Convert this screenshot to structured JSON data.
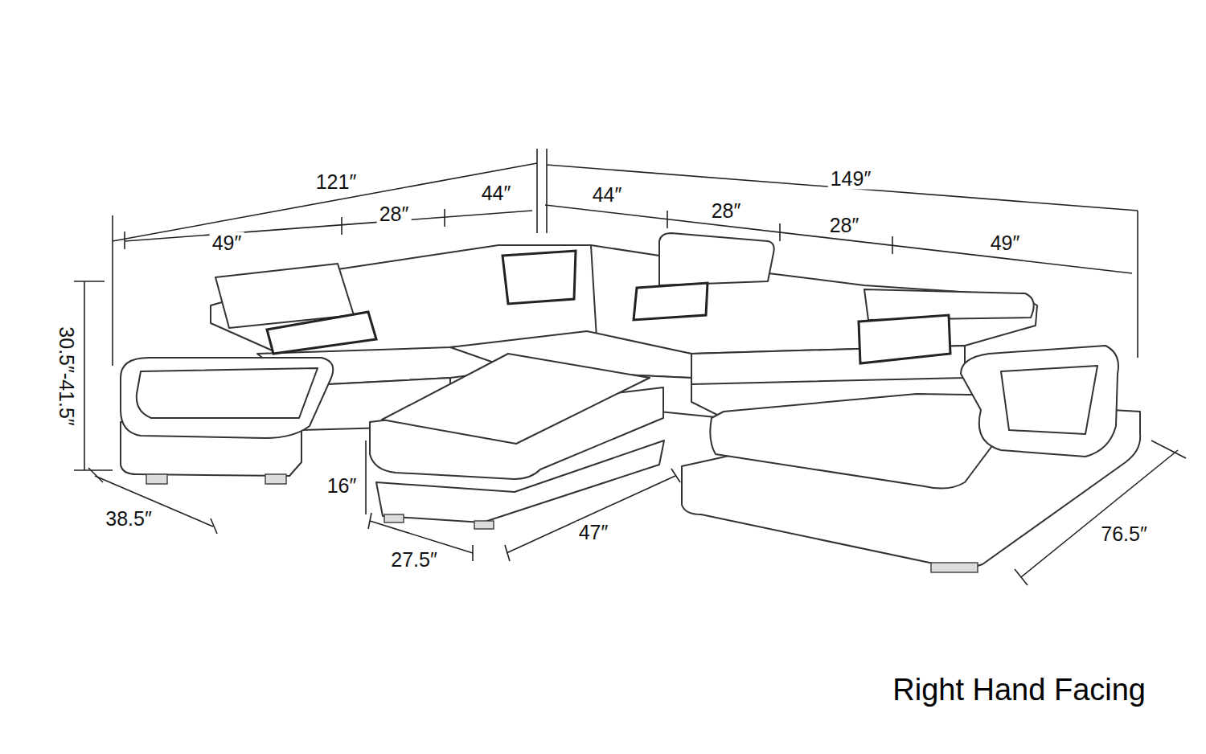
{
  "diagram": {
    "caption": "Right Hand Facing",
    "labels": [
      "121″",
      "44″",
      "28″",
      "49″",
      "149″",
      "44″",
      "28″",
      "28″",
      "49″",
      "30.5″-41.5″",
      "38.5″",
      "16″",
      "27.5″",
      "47″",
      "76.5″"
    ]
  }
}
